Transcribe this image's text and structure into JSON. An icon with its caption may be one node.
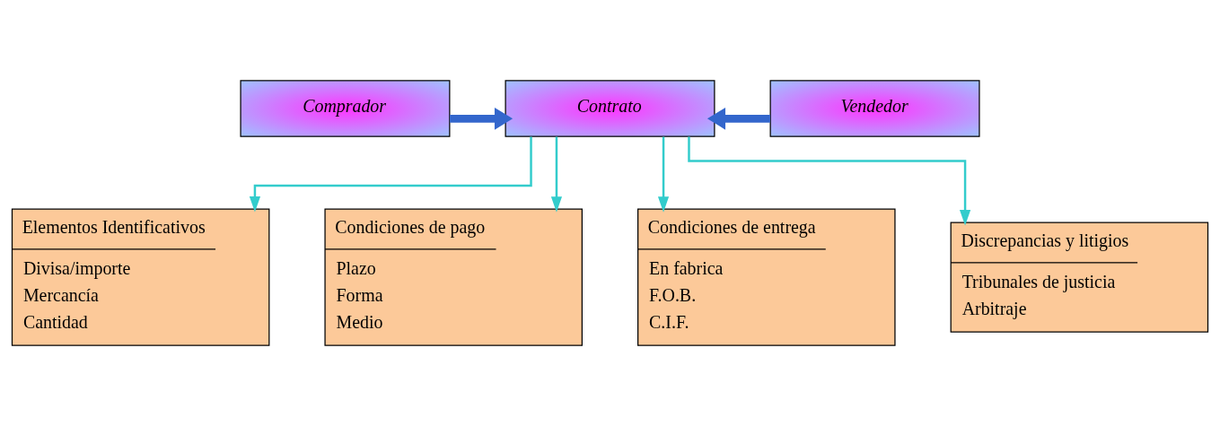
{
  "diagram": {
    "nodes": [
      {
        "text": [
          "Comprador"
        ]
      },
      {
        "text": [
          "Contrato"
        ]
      },
      {
        "text": [
          "Vendedor"
        ]
      },
      {
        "text": [
          "Elementos Identificativos",
          "Divisa/importe",
          "Mercancía",
          "Cantidad"
        ]
      },
      {
        "text": [
          "Condiciones de pago",
          "Plazo",
          "Forma",
          "Medio"
        ]
      },
      {
        "text": [
          "Condiciones de entrega",
          "En fabrica",
          "F.O.B.",
          "C.I.F."
        ]
      },
      {
        "text": [
          "Discrepancias y litigios",
          "Tribunales de justicia",
          "Arbitraje"
        ]
      }
    ],
    "edges": [
      {
        "from": 0,
        "to": 1,
        "arrow": "to",
        "style": "thick",
        "color": "#3366cc"
      },
      {
        "from": 2,
        "to": 1,
        "arrow": "to",
        "style": "thick",
        "color": "#3366cc"
      },
      {
        "from": 1,
        "to": 3,
        "arrow": "to"
      },
      {
        "from": 1,
        "to": 4,
        "arrow": "to"
      },
      {
        "from": 1,
        "to": 5,
        "arrow": "to"
      },
      {
        "from": 1,
        "to": 6,
        "arrow": "to"
      }
    ]
  }
}
